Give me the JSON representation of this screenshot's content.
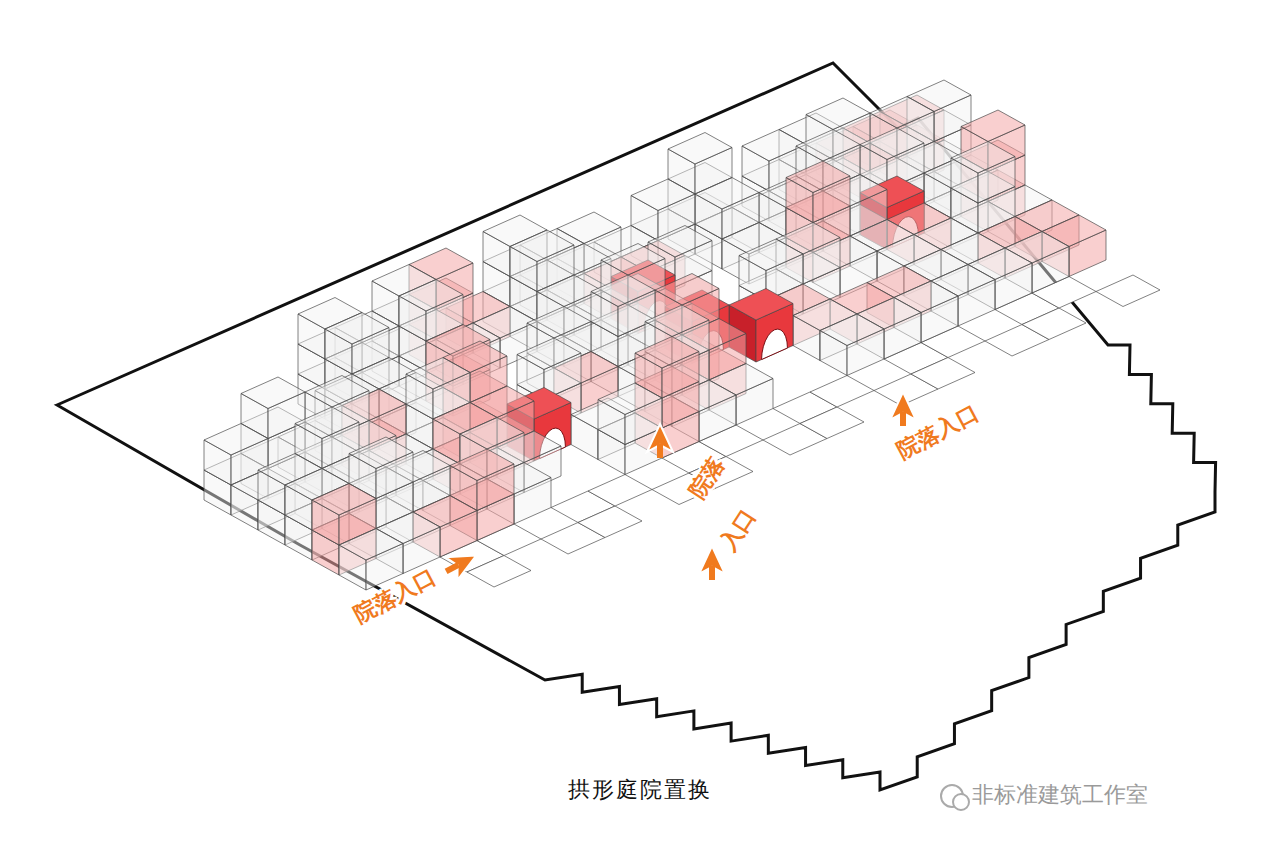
{
  "diagram": {
    "caption": "拱形庭院置换",
    "labels": [
      "院落入口",
      "院落",
      "入口",
      "院落入口",
      "非标准建筑工作室"
    ]
  }
}
